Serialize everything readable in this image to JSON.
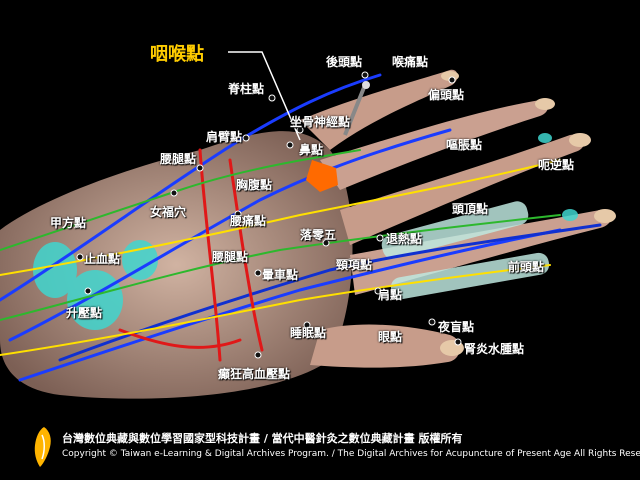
{
  "highlight_point": "咽喉點",
  "points": {
    "p1": "後頭點",
    "p2": "喉痛點",
    "p3": "脊柱點",
    "p4": "偏頭點",
    "p5": "坐骨神經點",
    "p6": "肩臂點",
    "p7": "鼻點",
    "p8": "嘔脹點",
    "p9": "腰腿點",
    "p10": "呃逆點",
    "p11": "胸腹點",
    "p12": "女福穴",
    "p13": "頭頂點",
    "p14": "甲方點",
    "p15": "腰痛點",
    "p16": "落零五",
    "p17": "退熱點",
    "p18": "止血點",
    "p19": "腰腿點",
    "p20": "頸項點",
    "p21": "前頭點",
    "p22": "暈車點",
    "p23": "肩點",
    "p24": "升壓點",
    "p25": "睡眠點",
    "p26": "夜盲點",
    "p27": "眼點",
    "p28": "腎炎水腫點",
    "p29": "癲狂高血壓點"
  },
  "footer": {
    "line1": "台灣數位典藏與數位學習國家型科技計畫 / 當代中醫針灸之數位典藏計畫 版權所有",
    "line2": "Copyright © Taiwan e-Learning & Digital Archives Program. / The Digital Archives for Acupuncture of Present Age All Rights Reserved."
  },
  "colors": {
    "highlight": "#ffcc00",
    "label": "#ffffff",
    "background": "#000000",
    "acupoint_marker": "#ff6a00"
  }
}
